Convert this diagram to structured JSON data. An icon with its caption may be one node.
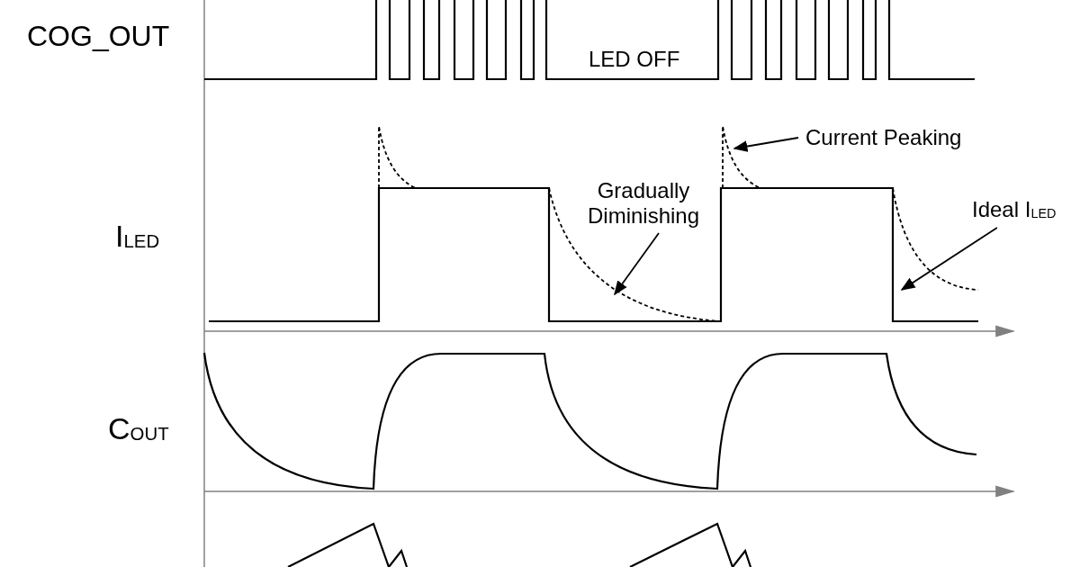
{
  "diagram": {
    "nodes": [
      {
        "text": [
          "Current Peaking"
        ]
      },
      {
        "text": [
          "Gradually Diminishing"
        ]
      },
      {
        "text": [
          "Ideal I$_{LED}$"
        ]
      }
    ],
    "edges": [
      {
        "from": 0,
        "to": null,
        "arrow": "to"
      },
      {
        "from": 1,
        "to": null,
        "arrow": "to"
      },
      {
        "from": 2,
        "to": null,
        "arrow": "to"
      }
    ],
    "labels": [
      "COG_OUT",
      "I$_{LED}$",
      "LED OFF",
      "C$_{OUT}$"
    ]
  }
}
